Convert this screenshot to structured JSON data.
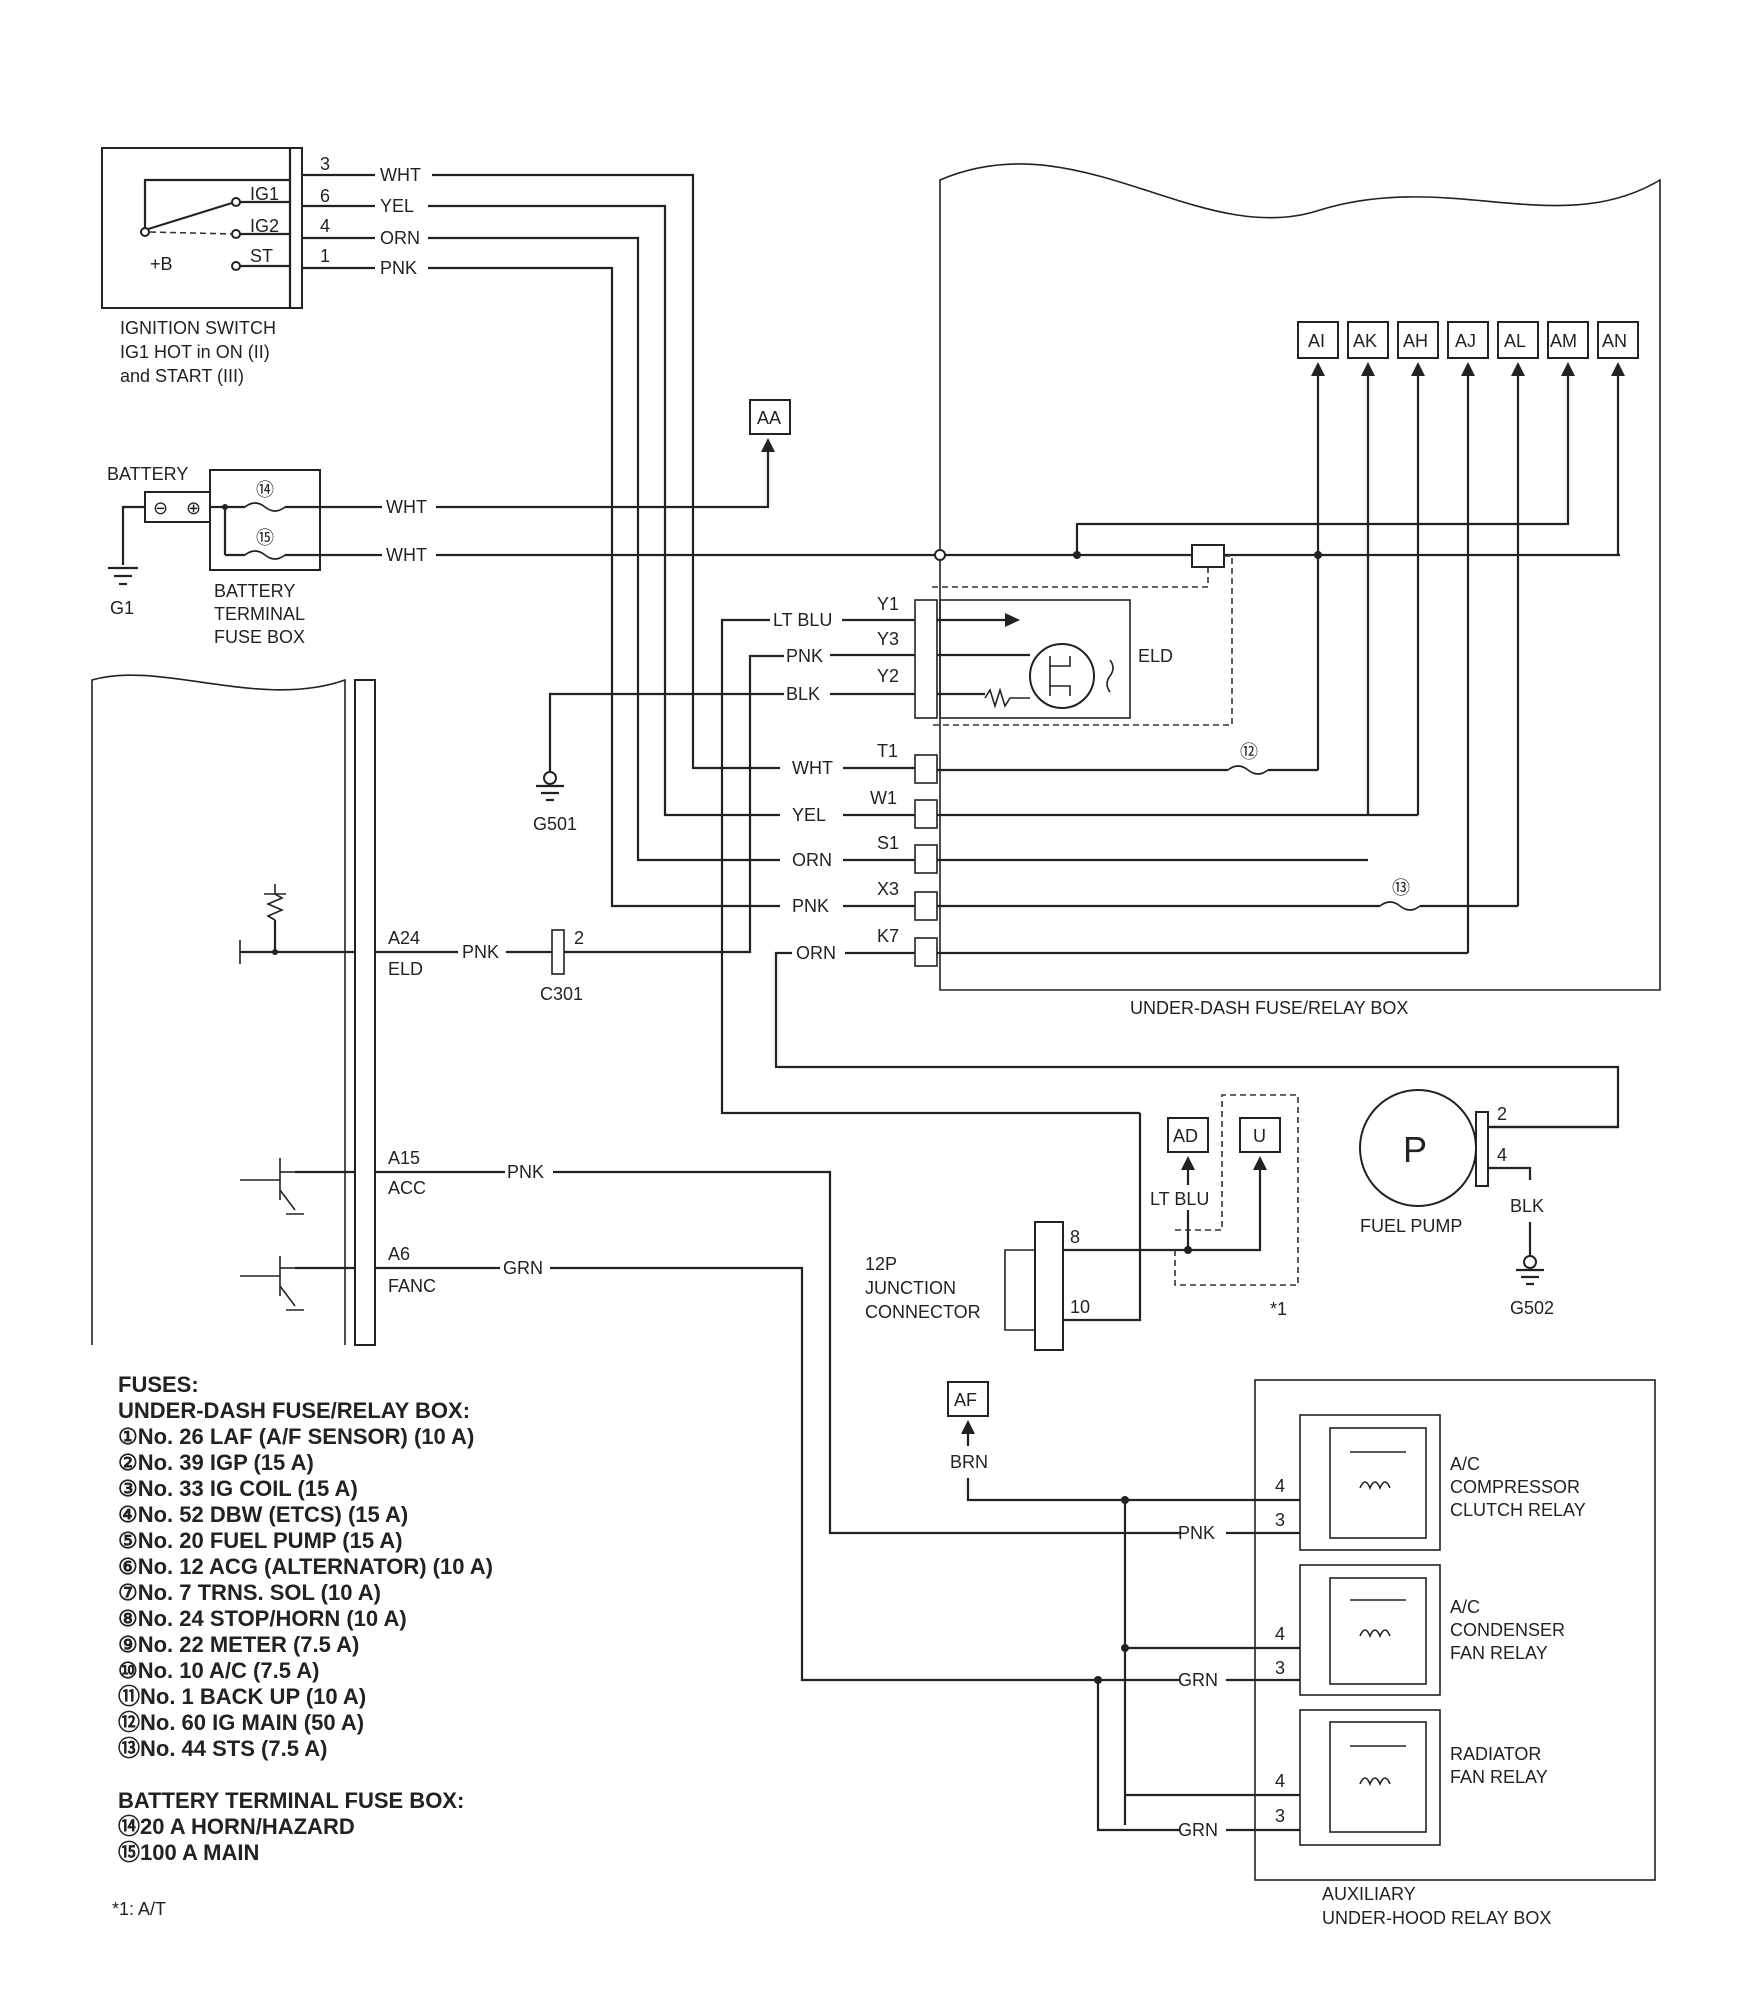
{
  "ignition_switch": {
    "label_line1": "IGNITION SWITCH",
    "label_line2": "IG1 HOT in ON (II)",
    "label_line3": "and START (III)",
    "pins": [
      {
        "name": "IG1",
        "num": "6"
      },
      {
        "name": "IG2",
        "num": "4"
      },
      {
        "name": "ST",
        "num": "1"
      }
    ],
    "top_pin": "3",
    "b_plus": "+B"
  },
  "wires": {
    "wht": "WHT",
    "yel": "YEL",
    "orn": "ORN",
    "pnk": "PNK",
    "lt_blu": "LT BLU",
    "blk": "BLK",
    "grn": "GRN",
    "brn": "BRN"
  },
  "battery": {
    "label": "BATTERY",
    "ground": "G1",
    "fusebox_line1": "BATTERY",
    "fusebox_line2": "TERMINAL",
    "fusebox_line3": "FUSE BOX",
    "fuse_a": "⑭",
    "fuse_b": "⑮"
  },
  "connectors": {
    "aa": "AA",
    "ai": "AI",
    "ak": "AK",
    "ah": "AH",
    "aj": "AJ",
    "al": "AL",
    "am": "AM",
    "an": "AN",
    "ad": "AD",
    "u": "U",
    "af": "AF"
  },
  "under_dash": {
    "label": "UNDER-DASH FUSE/RELAY BOX",
    "eld": "ELD",
    "pins": {
      "y1": "Y1",
      "y3": "Y3",
      "y2": "Y2",
      "t1": "T1",
      "w1": "W1",
      "s1": "S1",
      "x3": "X3",
      "k7": "K7"
    },
    "fuse12": "⑫",
    "fuse13": "⑬"
  },
  "grounds": {
    "g501": "G501",
    "g502": "G502"
  },
  "ecm": {
    "a24": "A24",
    "eld": "ELD",
    "a15": "A15",
    "acc": "ACC",
    "a6": "A6",
    "fanc": "FANC"
  },
  "c301": {
    "label": "C301",
    "pin": "2"
  },
  "junction": {
    "line1": "12P",
    "line2": "JUNCTION",
    "line3": "CONNECTOR",
    "pin8": "8",
    "pin10": "10",
    "note": "*1"
  },
  "fuel_pump": {
    "symbol": "P",
    "label": "FUEL PUMP",
    "pin2": "2",
    "pin4": "4"
  },
  "relays": {
    "r1_line1": "A/C",
    "r1_line2": "COMPRESSOR",
    "r1_line3": "CLUTCH RELAY",
    "r2_line1": "A/C",
    "r2_line2": "CONDENSER",
    "r2_line3": "FAN RELAY",
    "r3_line1": "RADIATOR",
    "r3_line2": "FAN RELAY",
    "pin4": "4",
    "pin3": "3",
    "box_line1": "AUXILIARY",
    "box_line2": "UNDER-HOOD RELAY BOX"
  },
  "fuses_legend": {
    "title": "FUSES:",
    "subtitle": "UNDER-DASH FUSE/RELAY BOX:",
    "items": [
      "①No. 26 LAF (A/F SENSOR) (10 A)",
      "②No. 39 IGP (15 A)",
      "③No. 33 IG COIL (15 A)",
      "④No. 52 DBW (ETCS) (15 A)",
      "⑤No. 20 FUEL PUMP (15 A)",
      "⑥No. 12 ACG (ALTERNATOR) (10 A)",
      "⑦No. 7 TRNS. SOL (10 A)",
      "⑧No. 24 STOP/HORN (10 A)",
      "⑨No. 22 METER (7.5 A)",
      "⑩No. 10 A/C (7.5 A)",
      "⑪No. 1 BACK UP (10 A)",
      "⑫No. 60 IG MAIN (50 A)",
      "⑬No. 44 STS (7.5 A)"
    ],
    "battery_title": "BATTERY TERMINAL FUSE BOX:",
    "battery_items": [
      "⑭20 A HORN/HAZARD",
      "⑮100 A MAIN"
    ],
    "footnote": "*1: A/T"
  }
}
